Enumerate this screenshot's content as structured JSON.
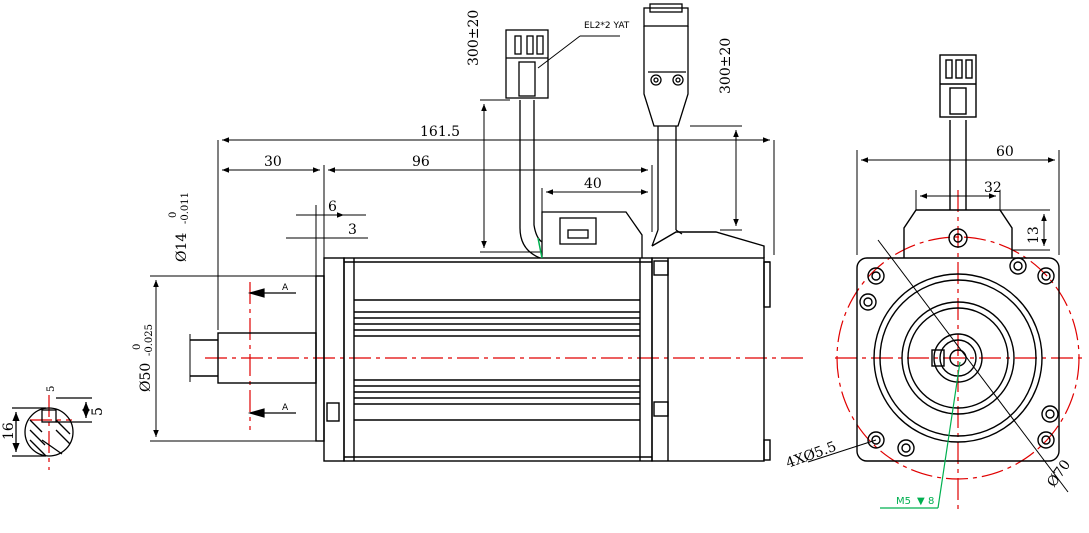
{
  "labels": {
    "overall_length": "161.5",
    "shaft_length": "30",
    "body_length": "96",
    "connector_width": "40",
    "key_length": "6",
    "key_offset": "3",
    "cable_len_left": "300±20",
    "cable_len_right": "300±20",
    "connector_label": "EL2*2 YAT",
    "shaft_dia": "Ø14",
    "shaft_tol_upper": "0",
    "shaft_tol_lower": "-0.011",
    "pilot_dia": "Ø50",
    "pilot_tol_upper": "0",
    "pilot_tol_lower": "-0.025",
    "flange_width": "60",
    "bracket_width": "32",
    "bracket_height": "13",
    "holes": "4XØ5.5",
    "pcd": "Ø70",
    "tapped_hole": "M5",
    "tap_depth": "8",
    "section_a": "A",
    "key_width": "5",
    "key_depth_top": "5",
    "key_height": "16"
  },
  "colors": {
    "line": "#000000",
    "centerline": "#e00000",
    "leader": "#00b050"
  }
}
